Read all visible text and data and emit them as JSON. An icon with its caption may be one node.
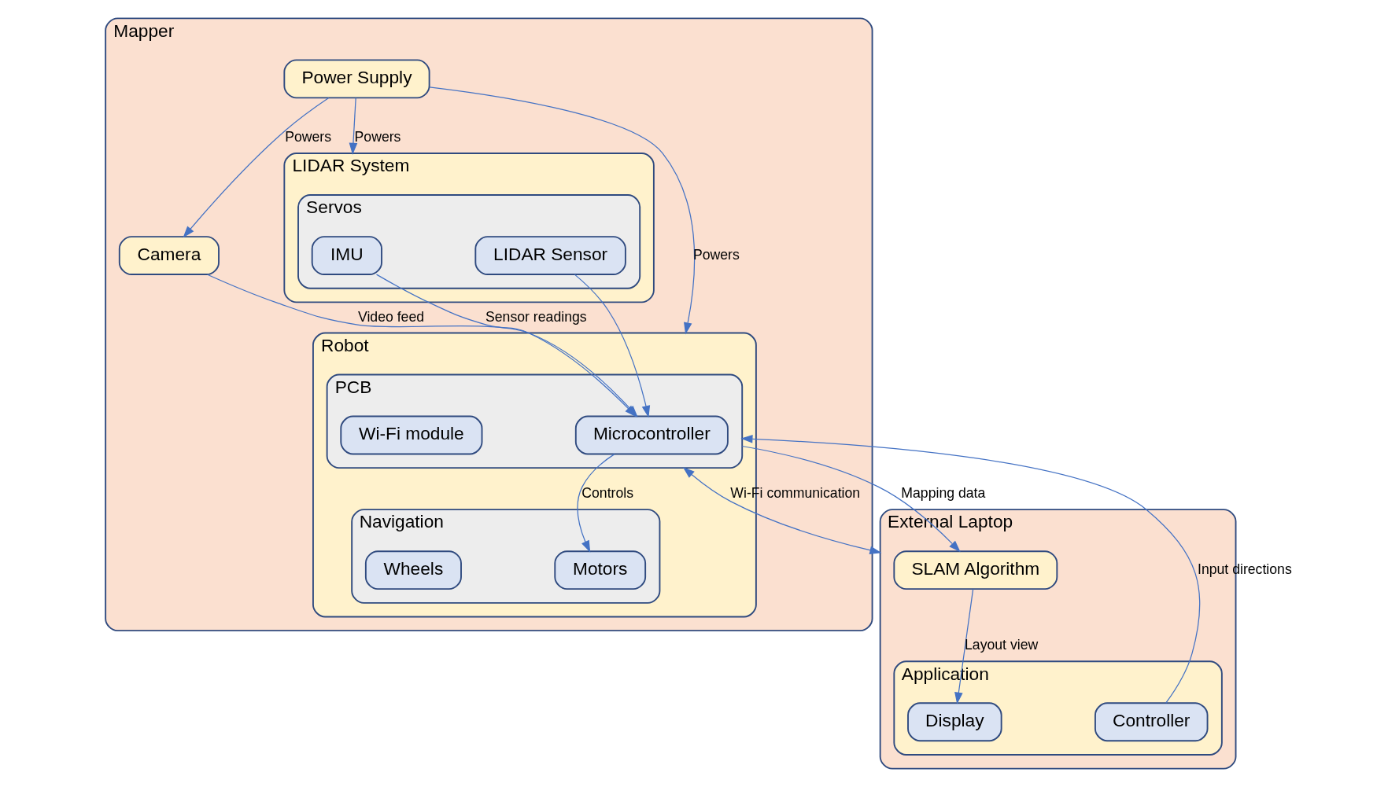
{
  "diagram": {
    "nodes": [
      {
        "text": [
          "Mapper"
        ]
      },
      {
        "text": [
          "Camera"
        ],
        "in": 0
      },
      {
        "text": [
          "Power Supply"
        ],
        "in": 0
      },
      {
        "text": [
          "LIDAR System"
        ],
        "in": 0
      },
      {
        "text": [
          "Servos"
        ],
        "in": 3
      },
      {
        "text": [
          "IMU"
        ],
        "in": 4
      },
      {
        "text": [
          "LIDAR Sensor"
        ],
        "in": 4
      },
      {
        "text": [
          "Robot"
        ],
        "in": 0
      },
      {
        "text": [
          "PCB"
        ],
        "in": 7
      },
      {
        "text": [
          "Microcontroller"
        ],
        "in": 8
      },
      {
        "text": [
          "Wi-Fi module"
        ],
        "in": 8
      },
      {
        "text": [
          "Navigation"
        ],
        "in": 7
      },
      {
        "text": [
          "Motors"
        ],
        "in": 11
      },
      {
        "text": [
          "Wheels"
        ],
        "in": 11
      },
      {
        "text": [
          "External Laptop"
        ]
      },
      {
        "text": [
          "Application"
        ],
        "in": 14
      },
      {
        "text": [
          "Display"
        ],
        "in": 15
      },
      {
        "text": [
          "Controller"
        ],
        "in": 15
      },
      {
        "text": [
          "SLAM Algorithm"
        ],
        "in": 14
      }
    ],
    "edges": [
      {
        "from": 2,
        "to": 1,
        "arrow": "to",
        "label": "Powers"
      },
      {
        "from": 2,
        "to": 7,
        "arrow": "to",
        "label": "Powers"
      },
      {
        "from": 2,
        "to": 3,
        "arrow": "to",
        "label": "Powers"
      },
      {
        "from": 1,
        "to": 9,
        "arrow": "to",
        "label": "Video feed"
      },
      {
        "from": 5,
        "to": 9,
        "arrow": "to",
        "label": "Sensor readings"
      },
      {
        "from": 6,
        "to": 9,
        "arrow": "to"
      },
      {
        "from": 9,
        "to": 12,
        "arrow": "to",
        "label": "Controls"
      },
      {
        "from": 17,
        "to": 8,
        "arrow": "to",
        "label": "Input directions"
      },
      {
        "from": 14,
        "to": 8,
        "arrow": "both",
        "label": "Wi-Fi communication"
      },
      {
        "from": 8,
        "to": 18,
        "arrow": "to",
        "label": "Mapping data"
      },
      {
        "from": 18,
        "to": 16,
        "arrow": "to",
        "label": "Layout view"
      }
    ]
  }
}
